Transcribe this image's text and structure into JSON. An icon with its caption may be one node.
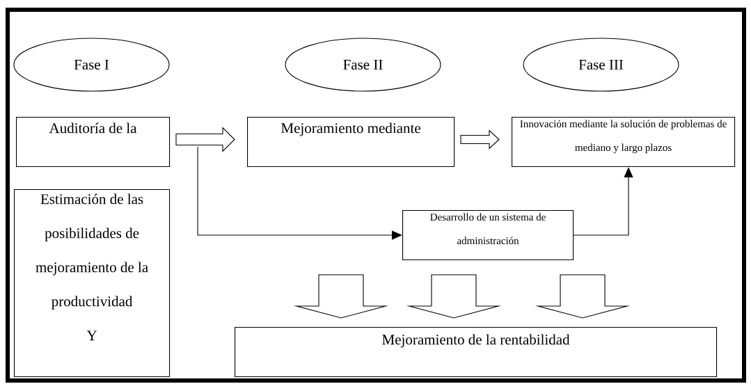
{
  "diagram": {
    "nodes": [
      {
        "text": [
          "Fase I"
        ]
      },
      {
        "text": [
          "Fase II"
        ]
      },
      {
        "text": [
          "Fase III"
        ]
      },
      {
        "text": [
          "Auditoría de la"
        ]
      },
      {
        "text": [
          "Mejoramiento mediante"
        ]
      },
      {
        "text": [
          "Innovación mediante la solución de problemas de mediano y largo plazos"
        ]
      },
      {
        "text": [
          "Estimación de las posibilidades de mejoramiento de la productividad",
          "Y"
        ]
      },
      {
        "text": [
          "Desarrollo de un sistema de administración"
        ]
      },
      {
        "text": [
          "Mejoramiento de la rentabilidad"
        ]
      }
    ],
    "edges": [
      {
        "from": 3,
        "to": 4,
        "arrow": "to",
        "style": "thick"
      },
      {
        "from": 4,
        "to": 5,
        "arrow": "to",
        "style": "thick"
      },
      {
        "from": 3,
        "to": 7,
        "arrow": "to"
      },
      {
        "from": 7,
        "to": 5,
        "arrow": "to"
      },
      {
        "from": null,
        "to": 8,
        "arrow": "to",
        "style": "thick"
      },
      {
        "from": null,
        "to": 8,
        "arrow": "to",
        "style": "thick"
      },
      {
        "from": null,
        "to": 8,
        "arrow": "to",
        "style": "thick"
      }
    ]
  }
}
